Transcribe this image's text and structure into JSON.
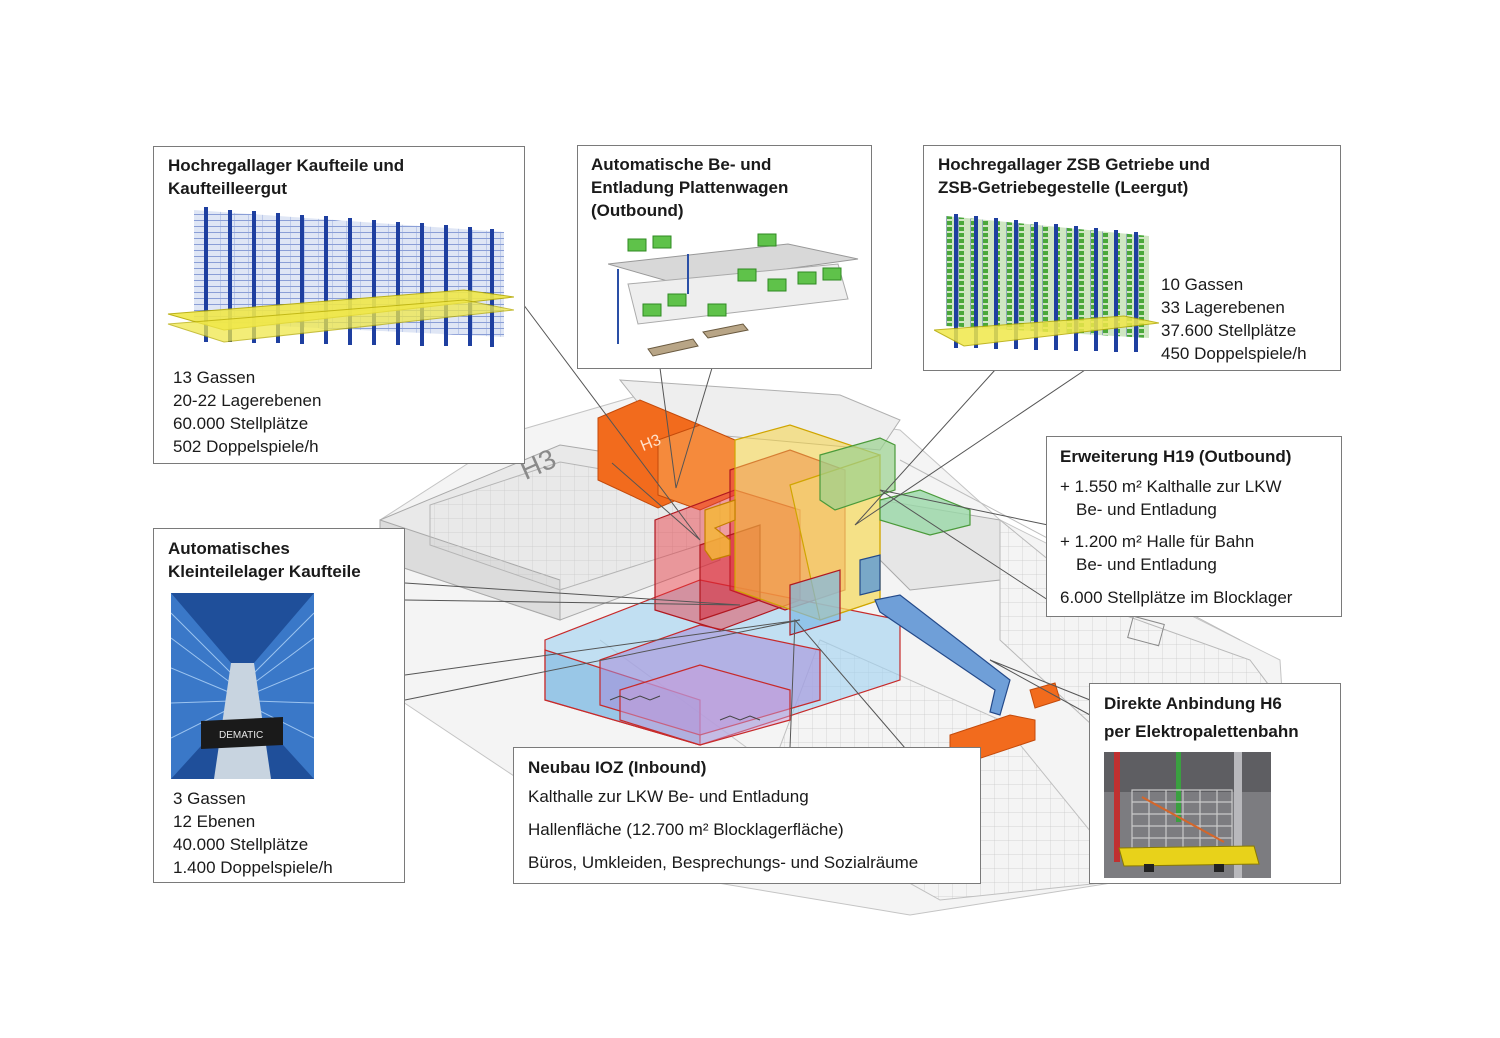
{
  "colors": {
    "border": "#7a7a7a",
    "red": "#e8323c",
    "orange": "#f26b1d",
    "yellow": "#f5d443",
    "green": "#6cc06c",
    "blue": "#6fb8e6",
    "purple": "#9a7fd1",
    "steel_blue": "#1e3fa0",
    "rack_yellow": "#f0e84a",
    "rack_green": "#4aa83a"
  },
  "plan": {
    "label_h3_large": "H3",
    "label_h3_small": "H3"
  },
  "boxes": {
    "hrl_kaufteile": {
      "title": [
        "Hochregallager Kaufteile und",
        "Kaufteilleergut"
      ],
      "stats": [
        "13 Gassen",
        "20-22 Lagerebenen",
        "60.000 Stellplätze",
        "502 Doppelspiele/h"
      ]
    },
    "plattenwagen": {
      "title": [
        "Automatische Be- und",
        "Entladung Plattenwagen",
        "(Outbound)"
      ]
    },
    "hrl_zsb": {
      "title": [
        "Hochregallager ZSB Getriebe und",
        "ZSB-Getriebegestelle (Leergut)"
      ],
      "stats": [
        "10 Gassen",
        "33 Lagerebenen",
        "37.600 Stellplätze",
        "450 Doppelspiele/h"
      ]
    },
    "erweiterung": {
      "title": "Erweiterung H19 (Outbound)",
      "items": [
        "+ 1.550 m² Kalthalle zur LKW",
        "Be- und Entladung",
        "+ 1.200 m² Halle für Bahn",
        "Be- und Entladung",
        "6.000 Stellplätze im Blocklager"
      ]
    },
    "akl": {
      "title": [
        "Automatisches",
        "Kleinteilelager  Kaufteile"
      ],
      "photo_label": "DEMATIC",
      "stats": [
        "3 Gassen",
        "12 Ebenen",
        "40.000 Stellplätze",
        "1.400 Doppelspiele/h"
      ]
    },
    "ioz": {
      "title": "Neubau IOZ (Inbound)",
      "items": [
        "Kalthalle zur LKW Be- und Entladung",
        "Hallenfläche (12.700 m² Blocklagerfläche)",
        "Büros, Umkleiden, Besprechungs- und Sozialräume"
      ]
    },
    "h6": {
      "title": [
        "Direkte Anbindung H6",
        "per Elektropalettenbahn"
      ]
    }
  }
}
